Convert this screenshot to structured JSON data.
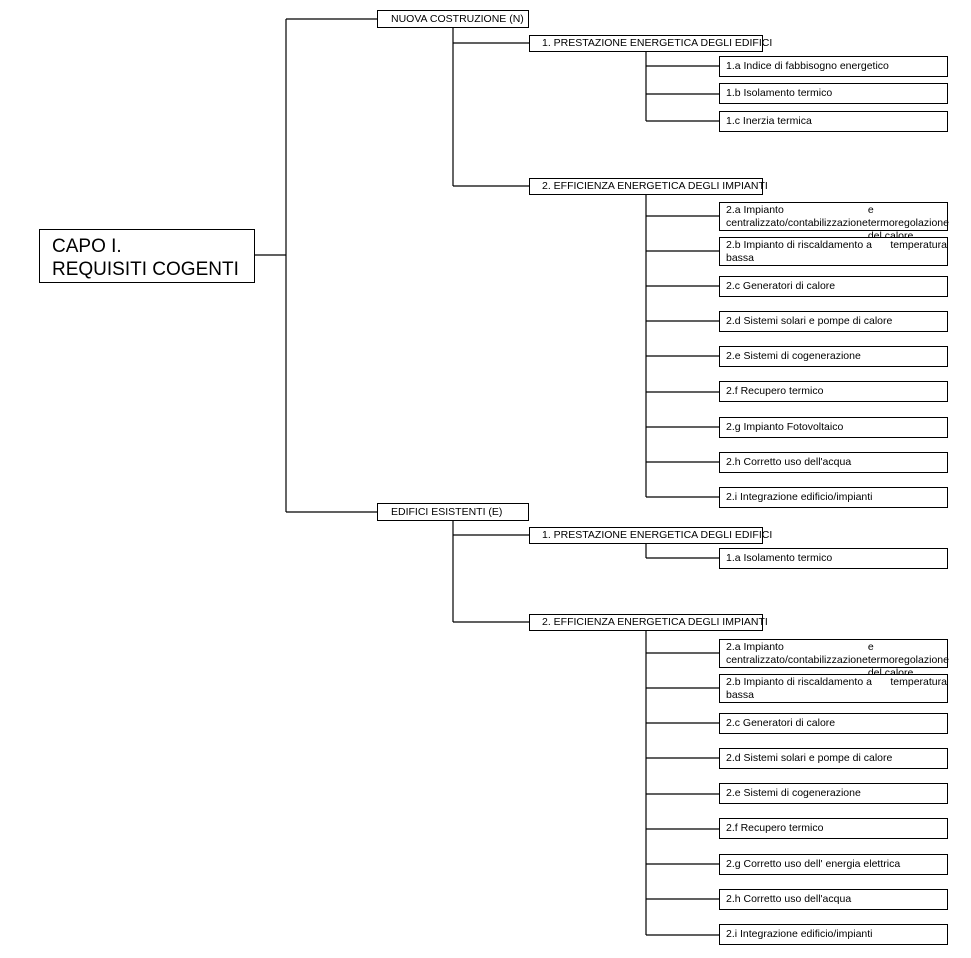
{
  "root": {
    "line1": "CAPO I.",
    "line2": "REQUISITI COGENTI"
  },
  "sections": [
    {
      "label": "NUOVA COSTRUZIONE (N)",
      "categories": [
        {
          "label": "1. PRESTAZIONE ENERGETICA DEGLI EDIFICI",
          "items": [
            {
              "text": "1.a Indice di fabbisogno energetico"
            },
            {
              "text": "1.b Isolamento termico"
            },
            {
              "text": "1.c Inerzia termica"
            }
          ]
        },
        {
          "label": "2. EFFICIENZA ENERGETICA DEGLI IMPIANTI",
          "items": [
            {
              "text": "2.a Impianto centralizzato/contabilizzazione",
              "text2": "e termoregolazione del calore"
            },
            {
              "text": "2.b Impianto di riscaldamento a bassa",
              "text2": "temperatura"
            },
            {
              "text": "2.c Generatori di calore"
            },
            {
              "text": "2.d Sistemi solari e pompe di calore"
            },
            {
              "text": "2.e Sistemi di cogenerazione"
            },
            {
              "text": "2.f Recupero termico"
            },
            {
              "text": "2.g Impianto Fotovoltaico"
            },
            {
              "text": "2.h Corretto uso dell'acqua"
            },
            {
              "text": "2.i Integrazione edificio/impianti"
            }
          ]
        }
      ]
    },
    {
      "label": "EDIFICI ESISTENTI (E)",
      "categories": [
        {
          "label": "1. PRESTAZIONE ENERGETICA DEGLI EDIFICI",
          "items": [
            {
              "text": "1.a Isolamento termico"
            }
          ]
        },
        {
          "label": "2. EFFICIENZA ENERGETICA DEGLI IMPIANTI",
          "items": [
            {
              "text": "2.a Impianto centralizzato/contabilizzazione",
              "text2": "e termoregolazione del calore"
            },
            {
              "text": "2.b Impianto di riscaldamento a bassa",
              "text2": "temperatura"
            },
            {
              "text": "2.c Generatori di calore"
            },
            {
              "text": "2.d Sistemi solari e pompe di calore"
            },
            {
              "text": "2.e Sistemi di cogenerazione"
            },
            {
              "text": "2.f Recupero termico"
            },
            {
              "text": "2.g Corretto uso dell' energia elettrica"
            },
            {
              "text": "2.h Corretto uso dell'acqua"
            },
            {
              "text": "2.i Integrazione edificio/impianti"
            }
          ]
        }
      ]
    }
  ]
}
